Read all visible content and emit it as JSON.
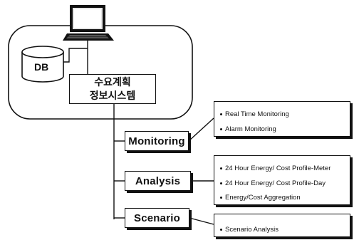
{
  "diagram": {
    "db_label": "DB",
    "system_name": {
      "line1": "수요계획",
      "line2": "정보시스템"
    },
    "modules": [
      {
        "label": "Monitoring",
        "items": [
          "Real Time Monitoring",
          "Alarm Monitoring"
        ]
      },
      {
        "label": "Analysis",
        "items": [
          "24 Hour Energy/ Cost Profile-Meter",
          "24 Hour Energy/ Cost Profile-Day",
          "Energy/Cost Aggregation"
        ]
      },
      {
        "label": "Scenario",
        "items": [
          "Scenario Analysis"
        ]
      }
    ]
  }
}
